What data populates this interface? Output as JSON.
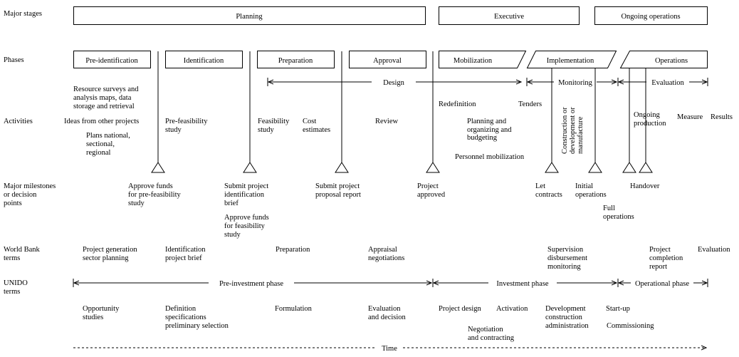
{
  "row_labels": {
    "major_stages": "Major stages",
    "phases": "Phases",
    "activities": "Activities",
    "milestones": [
      "Major milestones",
      "or decision",
      "points"
    ],
    "world_bank": [
      "World Bank",
      "terms"
    ],
    "unido": [
      "UNIDO",
      "terms"
    ]
  },
  "stages": {
    "planning": "Planning",
    "executive": "Executive",
    "ongoing": "Ongoing operations"
  },
  "phases": {
    "pre_identification": "Pre-identification",
    "identification": "Identification",
    "preparation": "Preparation",
    "approval": "Approval",
    "mobilization": "Mobilization",
    "implementation": "Implementation",
    "operations": "Operations"
  },
  "spans": {
    "design": "Design",
    "monitoring": "Monitoring",
    "evaluation": "Evaluation"
  },
  "activities": {
    "resource_surveys": [
      "Resource surveys and",
      "analysis maps, data",
      "storage and retrieval"
    ],
    "ideas": "Ideas from other projects",
    "plans": [
      "Plans national,",
      "sectional,",
      "regional"
    ],
    "prefeasibility": [
      "Pre-feasibility",
      "study"
    ],
    "feasibility": [
      "Feasibility",
      "study"
    ],
    "cost": [
      "Cost",
      "estimates"
    ],
    "review": "Review",
    "redefinition": "Redefinition",
    "tenders": "Tenders",
    "planning_org": [
      "Planning and",
      "organizing and",
      "budgeting"
    ],
    "personnel": "Personnel mobilization",
    "construction": [
      "Construction or",
      "development or",
      "manufacture"
    ],
    "ongoing_production": [
      "Ongoing",
      "production"
    ],
    "measure": "Measure",
    "results": "Results"
  },
  "milestones": {
    "approve_funds_pf": [
      "Approve funds",
      "for pre-feasibility",
      "study"
    ],
    "submit_brief": [
      "Submit project",
      "identification",
      "brief"
    ],
    "approve_funds_fs": [
      "Approve funds",
      "for feasibility",
      "study"
    ],
    "submit_proposal": [
      "Submit project",
      "proposal report"
    ],
    "project_approved": [
      "Project",
      "approved"
    ],
    "let_contracts": [
      "Let",
      "contracts"
    ],
    "initial_operations": [
      "Initial",
      "operations"
    ],
    "full_operations": [
      "Full",
      "operations"
    ],
    "handover": "Handover"
  },
  "world_bank": {
    "project_generation": [
      "Project generation",
      "sector planning"
    ],
    "identification_brief": [
      "Identification",
      "project brief"
    ],
    "preparation": "Preparation",
    "appraisal": [
      "Appraisal",
      "negotiations"
    ],
    "supervision": [
      "Supervision",
      "disbursement",
      "monitoring"
    ],
    "completion": [
      "Project",
      "completion",
      "report"
    ],
    "evaluation": "Evaluation"
  },
  "unido_phases": {
    "pre_investment": "Pre-investment phase",
    "investment": "Investment phase",
    "operational": "Operational phase"
  },
  "unido": {
    "opportunity": [
      "Opportunity",
      "studies"
    ],
    "definition": [
      "Definition",
      "specifications",
      "preliminary selection"
    ],
    "formulation": "Formulation",
    "evaluation_decision": [
      "Evaluation",
      "and decision"
    ],
    "project_design": "Project design",
    "activation": "Activation",
    "negotiation": [
      "Negotiation",
      "and contracting"
    ],
    "development": [
      "Development",
      "construction",
      "administration"
    ],
    "startup": "Start-up",
    "commissioning": "Commissioning"
  },
  "time_label": "Time"
}
